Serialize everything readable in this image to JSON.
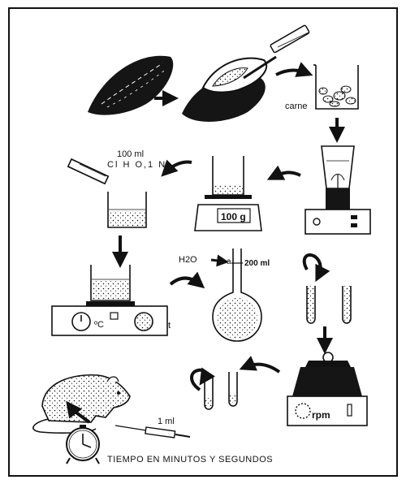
{
  "diagram": {
    "labels": {
      "meat": "carne",
      "acid_volume": "100 ml",
      "acid_name": "Cl H  O,1 N",
      "weight": "100 g",
      "temperature": "ºC",
      "time_dial": "t",
      "water": "H2O",
      "water_marker": "a",
      "flask_volume": "200 ml",
      "centrifuge_speed": "rpm",
      "injection_volume": "1 ml",
      "caption": "TIEMPO  EN MINUTOS Y SEGUNDOS"
    },
    "steps": [
      "mussel",
      "open-mussel",
      "beaker-meat",
      "blender",
      "scale",
      "acid-beaker",
      "hotplate",
      "volumetric-flask",
      "test-tubes",
      "centrifuge",
      "supernatant-tubes",
      "rat-injection",
      "stopwatch"
    ],
    "colors": {
      "ink": "#111111",
      "paper": "#ffffff"
    }
  }
}
